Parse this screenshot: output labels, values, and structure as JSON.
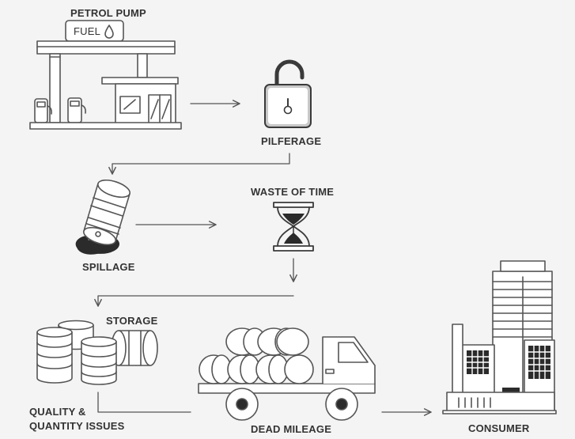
{
  "labels": {
    "petrol_pump": "PETROL PUMP",
    "fuel": "FUEL",
    "pilferage": "PILFERAGE",
    "spillage": "SPILLAGE",
    "waste_of_time": "WASTE OF TIME",
    "storage": "STORAGE",
    "quality_line1": "QUALITY &",
    "quality_line2": "QUANTITY ISSUES",
    "dead_mileage": "DEAD MILEAGE",
    "consumer": "CONSUMER"
  },
  "colors": {
    "background": "#f4f4f4",
    "stroke": "#555555",
    "text": "#333333",
    "dark": "#2b2b2b",
    "lock_fill": "#c9c9c9"
  },
  "icons": [
    "petrol-pump-icon",
    "padlock-icon",
    "spilled-barrel-icon",
    "hourglass-icon",
    "storage-drums-icon",
    "tanker-truck-icon",
    "city-buildings-icon"
  ]
}
